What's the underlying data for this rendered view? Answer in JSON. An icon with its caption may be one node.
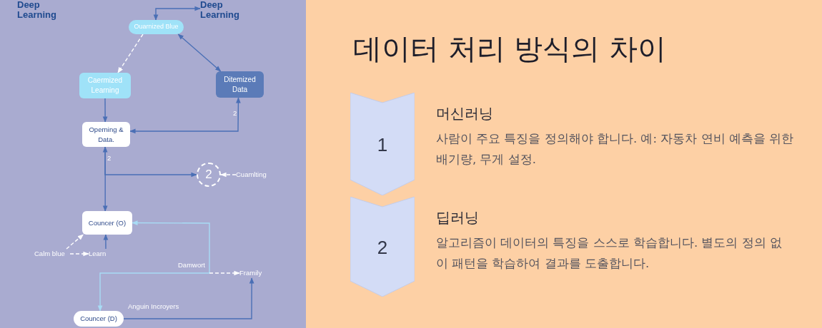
{
  "diagram": {
    "title": "데이터 처리 방식의 차이",
    "nodes": [
      {
        "text": [
          "Deep Learning"
        ]
      },
      {
        "text": [
          "Ouarnized Blue"
        ]
      },
      {
        "text": [
          "Caermized Learning"
        ]
      },
      {
        "text": [
          "Ditemized Data"
        ]
      },
      {
        "text": [
          "Operning & Data."
        ]
      },
      {
        "text": [
          "2"
        ]
      },
      {
        "text": [
          "Cuamlting"
        ]
      },
      {
        "text": [
          "Councer (O)"
        ]
      },
      {
        "text": [
          "Calm blue"
        ]
      },
      {
        "text": [
          "Learn"
        ]
      },
      {
        "text": [
          "Framily"
        ]
      },
      {
        "text": [
          "Councer (D)"
        ]
      },
      {
        "text": [
          "1"
        ],
        "beside": [
          "머신러닝",
          "사람이 주요 특징을 정의해야 합니다. 예: 자동차 연비 예측을 위한 배기량, 무게 설정."
        ]
      },
      {
        "text": [
          "2"
        ],
        "beside": [
          "딥러닝",
          "알고리즘이 데이터의 특징을 스스로 학습합니다. 별도의 정의 없이 패턴을 학습하여 결과를 도출합니다."
        ]
      }
    ],
    "edges": [
      {
        "from": 1,
        "to": 0,
        "arrow": "both"
      },
      {
        "from": 1,
        "to": 2,
        "arrow": "to",
        "style": "dashed",
        "color": "#ffffff"
      },
      {
        "from": 1,
        "to": 3,
        "arrow": "both"
      },
      {
        "from": 3,
        "to": 4,
        "arrow": "both",
        "label": "2"
      },
      {
        "from": 2,
        "to": 4,
        "arrow": "to"
      },
      {
        "from": 4,
        "to": 7,
        "arrow": "both",
        "label": "2"
      },
      {
        "from": 4,
        "to": 5,
        "arrow": "to"
      },
      {
        "from": 6,
        "to": 5,
        "arrow": "to",
        "style": "dashed",
        "color": "#ffffff"
      },
      {
        "from": 8,
        "to": 7,
        "arrow": "to",
        "style": "dashed",
        "color": "#ffffff"
      },
      {
        "from": 8,
        "to": 9,
        "arrow": "to",
        "style": "dashed",
        "color": "#ffffff"
      },
      {
        "from": 9,
        "to": 7,
        "arrow": "to"
      },
      {
        "from": 11,
        "to": 7,
        "arrow": "both",
        "label": "Damwort",
        "color": "#a8dcf5"
      },
      {
        "from": null,
        "to": 10,
        "arrow": "to",
        "style": "dashed",
        "color": "#ffffff"
      },
      {
        "from": 11,
        "to": 10,
        "arrow": "to",
        "label": "Anguin Incroyers"
      }
    ],
    "labels": [
      "Deep Learning"
    ]
  }
}
